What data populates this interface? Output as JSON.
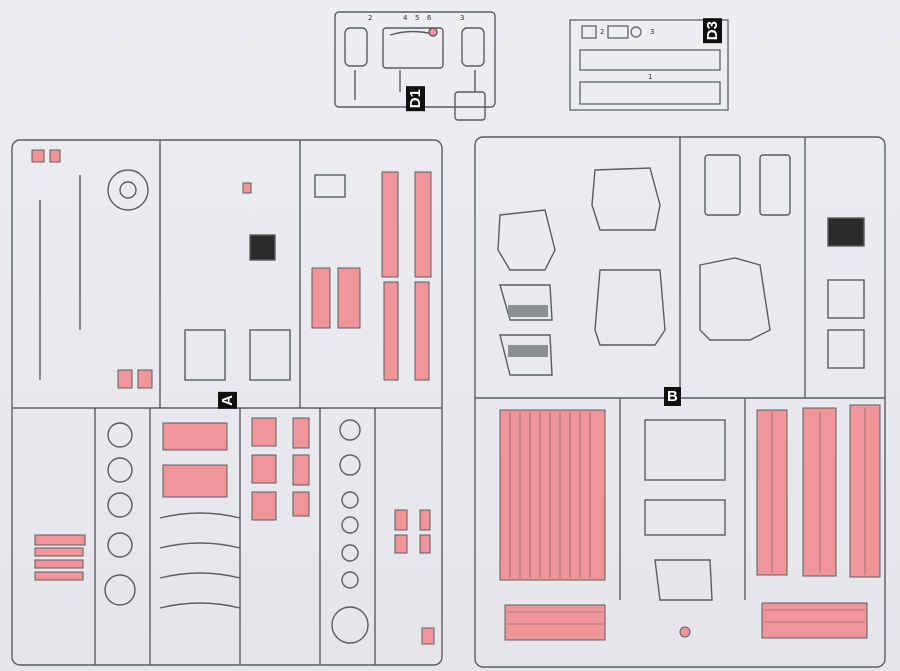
{
  "sprues": [
    {
      "id": "A",
      "label": "A"
    },
    {
      "id": "B",
      "label": "B"
    },
    {
      "id": "D1",
      "label": "D1"
    },
    {
      "id": "D3",
      "label": "D3"
    }
  ],
  "d1_part_numbers": [
    "2",
    "4",
    "5",
    "6",
    "3"
  ],
  "d3_part_numbers": [
    "2",
    "3",
    "1"
  ],
  "colors": {
    "sprue_outline": "#5a5d62",
    "highlight": "#f0959a",
    "label_bg": "#0f0f0f",
    "background": "#e9ebee"
  }
}
